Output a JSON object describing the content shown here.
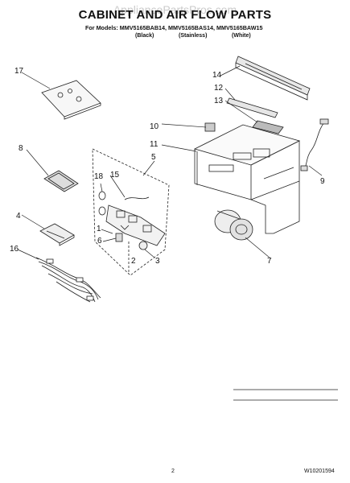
{
  "header": {
    "watermark": "AppliancePartsPros.com",
    "title": "CABINET AND AIR FLOW PARTS",
    "models_line": "For Models: MMV5165BAB14, MMV5165BAS14, MMV5165BAW15",
    "variants": [
      "(Black)",
      "(Stainless)",
      "(White)"
    ]
  },
  "callouts": [
    "1",
    "2",
    "3",
    "4",
    "5",
    "6",
    "7",
    "8",
    "9",
    "10",
    "11",
    "12",
    "13",
    "14",
    "15",
    "16",
    "17",
    "18"
  ],
  "footer": {
    "page_number": "2",
    "doc_number": "W10201594"
  }
}
